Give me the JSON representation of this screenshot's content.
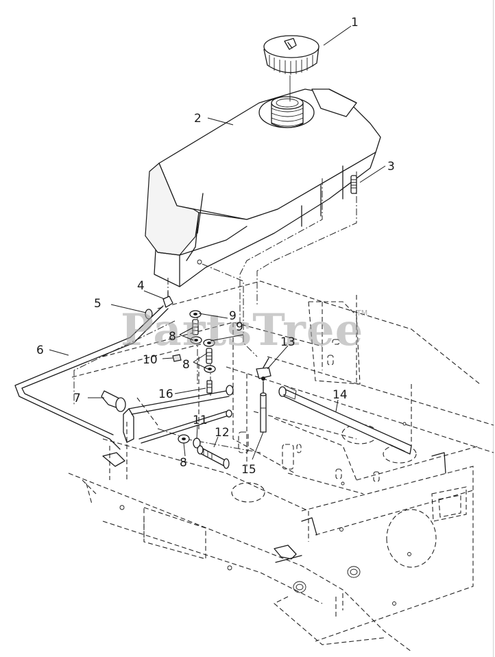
{
  "watermark": {
    "text": "PartsTree",
    "trademark": "TM"
  },
  "callouts": [
    {
      "number": "1"
    },
    {
      "number": "2"
    },
    {
      "number": "3"
    },
    {
      "number": "4"
    },
    {
      "number": "5"
    },
    {
      "number": "6"
    },
    {
      "number": "7"
    },
    {
      "number": "8"
    },
    {
      "number": "9"
    },
    {
      "number": "10"
    },
    {
      "number": "11"
    },
    {
      "number": "12"
    },
    {
      "number": "13"
    },
    {
      "number": "14"
    },
    {
      "number": "15"
    },
    {
      "number": "16"
    }
  ],
  "colors": {
    "line": "#1a1a1a",
    "background": "#ffffff",
    "watermark": "#a0a0a0"
  }
}
